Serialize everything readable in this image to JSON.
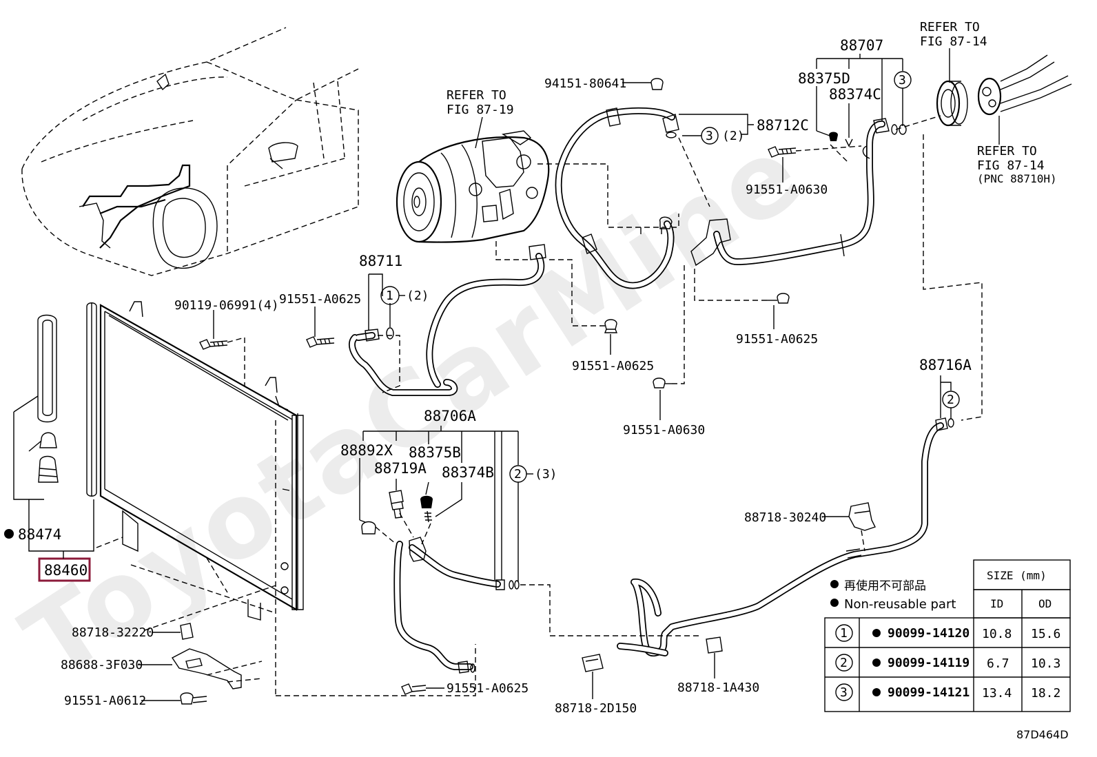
{
  "diagram": {
    "figure_code": "87D464D",
    "highlight_color": "#8b1a3a",
    "labels": {
      "p88460": "88460",
      "p88474": "88474",
      "p90119": "90119-06991(4)",
      "p91551_a0625_top": "91551-A0625",
      "p88711": "88711",
      "p88711_ring_no": "1",
      "p88711_ring_qty": "(2)",
      "refer_comp_1": "REFER TO",
      "refer_comp_2": "FIG 87-19",
      "p94151": "94151-80641",
      "p88712c": "88712C",
      "p88712c_ring_no": "3",
      "p88712c_ring_qty": "(2)",
      "p88707": "88707",
      "p88375d": "88375D",
      "p88374c": "88374C",
      "p88707_ring_no": "3",
      "refer_tr_1": "REFER TO",
      "refer_tr_2": "FIG 87-14",
      "refer_r_1": "REFER TO",
      "refer_r_2": "FIG 87-14",
      "refer_r_3": "(PNC 88710H)",
      "p91551_a0630_top": "91551-A0630",
      "p91551_a0625_mid": "91551-A0625",
      "p91551_a0625_right": "91551-A0625",
      "p91551_a0630_bottom": "91551-A0630",
      "p88716a": "88716A",
      "p88716a_ring_no": "2",
      "p88706a": "88706A",
      "p88892x": "88892X",
      "p88375b": "88375B",
      "p88719a": "88719A",
      "p88374b": "88374B",
      "p88706a_ring_no": "2",
      "p88706a_ring_qty": "(3)",
      "p88718_30240": "88718-30240",
      "p88718_32220": "88718-32220",
      "p88688": "88688-3F030",
      "p91551_a0612": "91551-A0612",
      "p91551_a0625_bottom": "91551-A0625",
      "p88718_2d150": "88718-2D150",
      "p88718_1a430": "88718-1A430"
    },
    "legend": {
      "jp": "再使用不可部品",
      "en": "Non-reusable part"
    },
    "oring_table": {
      "size_header": "SIZE (mm)",
      "id_header": "ID",
      "od_header": "OD",
      "rows": [
        {
          "no": "1",
          "part": "90099-14120",
          "id": "10.8",
          "od": "15.6"
        },
        {
          "no": "2",
          "part": "90099-14119",
          "id": "6.7",
          "od": "10.3"
        },
        {
          "no": "3",
          "part": "90099-14121",
          "id": "13.4",
          "od": "18.2"
        }
      ]
    }
  }
}
